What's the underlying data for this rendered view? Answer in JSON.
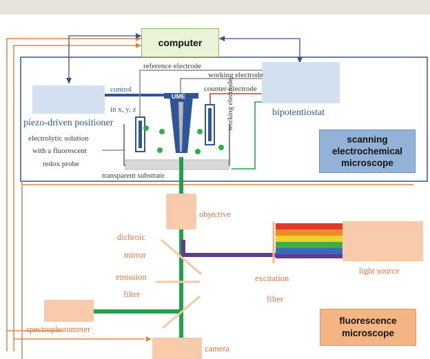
{
  "computer": "computer",
  "bipotentiostat": "bipotentiostat",
  "piezo": "piezo-driven positioner",
  "control": "control",
  "in_xyz": "in x, y, z",
  "ume": "UME",
  "reference_electrode": "reference electrode",
  "working_electrode": "working electrode",
  "counter_electrode": "counter-electrode",
  "working_electrode_vertical": "working electrode",
  "electrolyte": [
    "electrolytic solution",
    "with a fluorescent",
    "redox probe"
  ],
  "substrate": "transparent substrate",
  "secm_label": [
    "scanning",
    "electrochemical",
    "microscope"
  ],
  "objective": "objective",
  "dichroic": [
    "dichroic",
    "mirror"
  ],
  "emission": [
    "emission",
    "filter"
  ],
  "excitation": [
    "excitation",
    "filter"
  ],
  "light_source": "light source",
  "spectrophotometer": "spectrophotometer",
  "camera": "camera",
  "fluor_label": [
    "fluorescence",
    "microscope"
  ],
  "colors": {
    "frame_blue": "#2e5597",
    "box_blue": "#d2e0ef",
    "computer_green": "#e8f3d8",
    "secm_box": "#93b2d8",
    "orange_line": "#e3834b",
    "peach": "#f8ccaa",
    "fluor_box": "#f5b483",
    "beam_green": "#21a24a",
    "beam_purple": "#5f3d8f",
    "rainbow": [
      "#e03a2c",
      "#f2862b",
      "#f3cf28",
      "#3fae44",
      "#3c6ab8",
      "#5b3f91"
    ]
  }
}
